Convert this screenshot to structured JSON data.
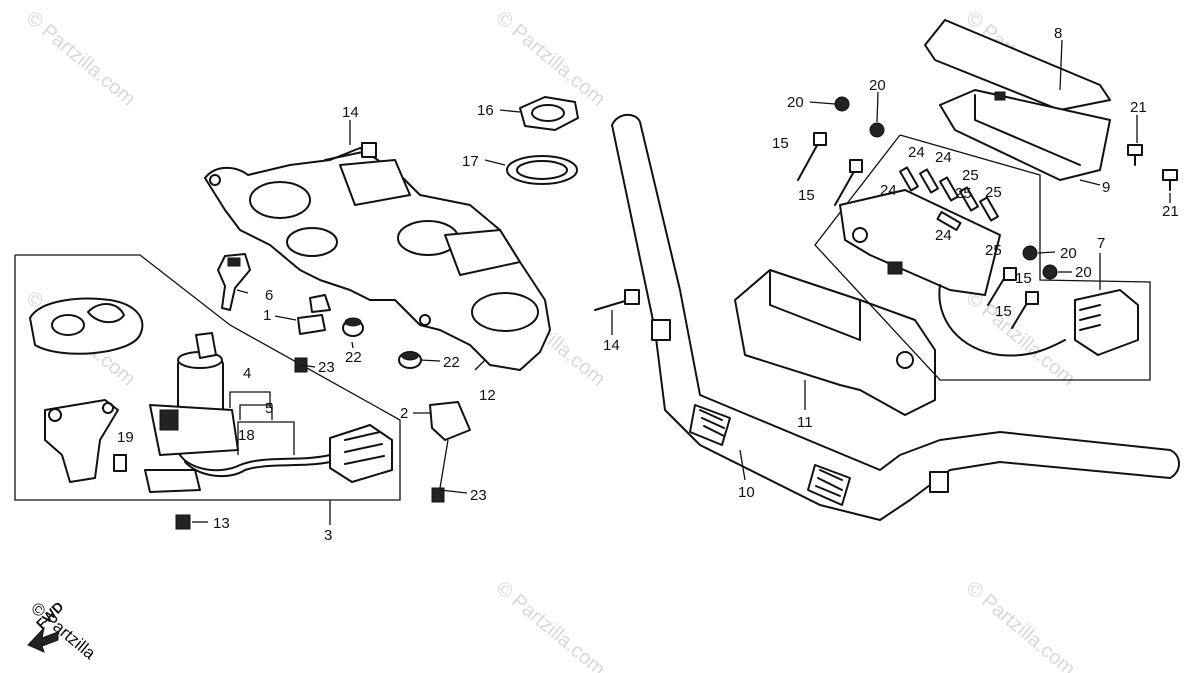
{
  "watermark": {
    "text": "© Partzilla.com"
  },
  "footer": {
    "fwd_label": "FWD",
    "brand": "© Partzilla"
  },
  "callouts": {
    "c1": "1",
    "c2": "2",
    "c3": "3",
    "c4": "4",
    "c5": "5",
    "c6": "6",
    "c7": "7",
    "c8": "8",
    "c9": "9",
    "c10": "10",
    "c11": "11",
    "c12": "12",
    "c13": "13",
    "c14a": "14",
    "c14b": "14",
    "c15a": "15",
    "c15b": "15",
    "c15c": "15",
    "c15d": "15",
    "c16": "16",
    "c17": "17",
    "c18": "18",
    "c19": "19",
    "c20a": "20",
    "c20b": "20",
    "c20c": "20",
    "c20d": "20",
    "c21a": "21",
    "c21b": "21",
    "c22a": "22",
    "c22b": "22",
    "c23a": "23",
    "c23b": "23",
    "c24a": "24",
    "c24b": "24",
    "c24c": "24",
    "c24d": "24",
    "c25a": "25",
    "c25b": "25",
    "c25c": "25",
    "c25d": "25"
  }
}
